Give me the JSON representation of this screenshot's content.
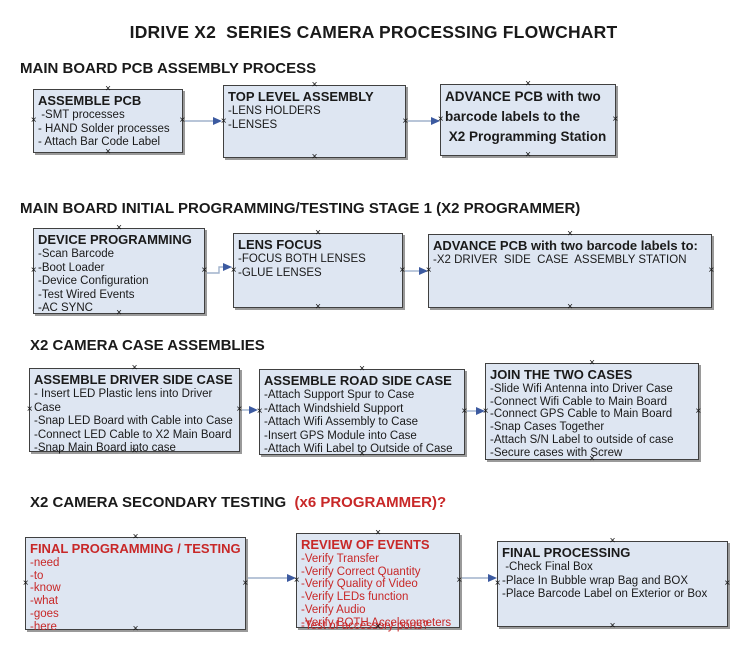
{
  "title": "IDRIVE X2  SERIES CAMERA PROCESSING FLOWCHART",
  "colors": {
    "box_fill": "#dee6f2",
    "box_border": "#404040",
    "box_shadow": "#9a9a9a",
    "arrow_line": "#a0b2cc",
    "arrow_head": "#3c5aa0",
    "red_text": "#c82828",
    "black_text": "#1a1a1a"
  },
  "icons": {
    "connection_point": "×"
  },
  "sections": [
    {
      "heading": "MAIN BOARD PCB ASSEMBLY PROCESS",
      "boxes": [
        {
          "title": "ASSEMBLE PCB",
          "items": [
            " -SMT processes",
            "- HAND Solder processes",
            "- Attach Bar Code Label"
          ]
        },
        {
          "title": "TOP LEVEL ASSEMBLY",
          "items": [
            "-LENS HOLDERS",
            "-LENSES"
          ]
        },
        {
          "title": "ADVANCE PCB with two \nbarcode labels to the\n X2 Programming Station",
          "items": []
        }
      ]
    },
    {
      "heading": "MAIN BOARD INITIAL PROGRAMMING/TESTING STAGE 1 (X2 PROGRAMMER)",
      "boxes": [
        {
          "title": "DEVICE PROGRAMMING",
          "items": [
            "-Scan Barcode",
            "-Boot Loader",
            "-Device Configuration",
            "-Test Wired Events",
            "-AC SYNC"
          ]
        },
        {
          "title": "LENS FOCUS",
          "items": [
            "-FOCUS BOTH LENSES",
            "-GLUE LENSES"
          ]
        },
        {
          "title": "ADVANCE PCB with two barcode labels to:",
          "items": [
            "-X2 DRIVER  SIDE  CASE  ASSEMBLY STATION"
          ]
        }
      ]
    },
    {
      "heading": "X2 CAMERA CASE ASSEMBLIES",
      "boxes": [
        {
          "title": "ASSEMBLE DRIVER SIDE CASE",
          "items": [
            "- Insert LED Plastic lens into Driver Case",
            "-Snap LED Board with Cable into Case",
            "-Connect LED Cable to X2 Main Board",
            "-Snap Main Board into case"
          ]
        },
        {
          "title": "ASSEMBLE ROAD SIDE CASE",
          "items": [
            "-Attach Support Spur to Case",
            "-Attach Windshield Support",
            "-Attach Wifi Assembly to Case",
            "-Insert GPS Module into Case",
            "-Attach Wifi Label to Outside of Case"
          ]
        },
        {
          "title": "JOIN THE TWO CASES",
          "items": [
            "-Slide Wifi Antenna into Driver Case",
            "-Connect Wifi Cable to Main Board",
            "-Connect GPS Cable to Main Board",
            "-Snap Cases Together",
            "-Attach S/N Label to outside of case",
            "-Secure cases with Screw"
          ]
        }
      ]
    },
    {
      "heading": "X2 CAMERA SECONDARY TESTING  ",
      "heading_red": "(x6 PROGRAMMER)?",
      "boxes": [
        {
          "title": "FINAL PROGRAMMING / TESTING",
          "items": [
            "-need",
            "-to",
            "-know",
            "-what",
            "-goes",
            "-here"
          ]
        },
        {
          "title": "REVIEW OF EVENTS",
          "items": [
            "-Verify Transfer",
            "-Verify Correct Quantity",
            "-Verify Quality of Video",
            "-Verify LEDs function",
            "-Verify Audio",
            "-Verify BOTH Accelerometers"
          ],
          "overflow_item": "-Test of accessory ports?"
        },
        {
          "title": "FINAL PROCESSING",
          "items": [
            " -Check Final Box",
            "-Place In Bubble wrap Bag and BOX",
            "-Place Barcode Label on Exterior or Box"
          ]
        }
      ]
    }
  ]
}
